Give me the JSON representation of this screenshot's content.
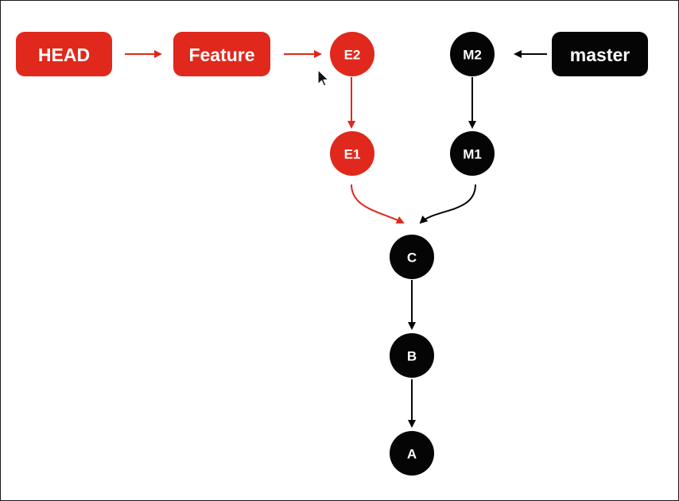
{
  "colors": {
    "feature": "#e0281c",
    "main": "#050505"
  },
  "refs": {
    "head": "HEAD",
    "feature": "Feature",
    "master": "master"
  },
  "commits": {
    "e2": "E2",
    "e1": "E1",
    "m2": "M2",
    "m1": "M1",
    "c": "C",
    "b": "B",
    "a": "A"
  },
  "cursor_icon": "mouse-pointer-icon"
}
